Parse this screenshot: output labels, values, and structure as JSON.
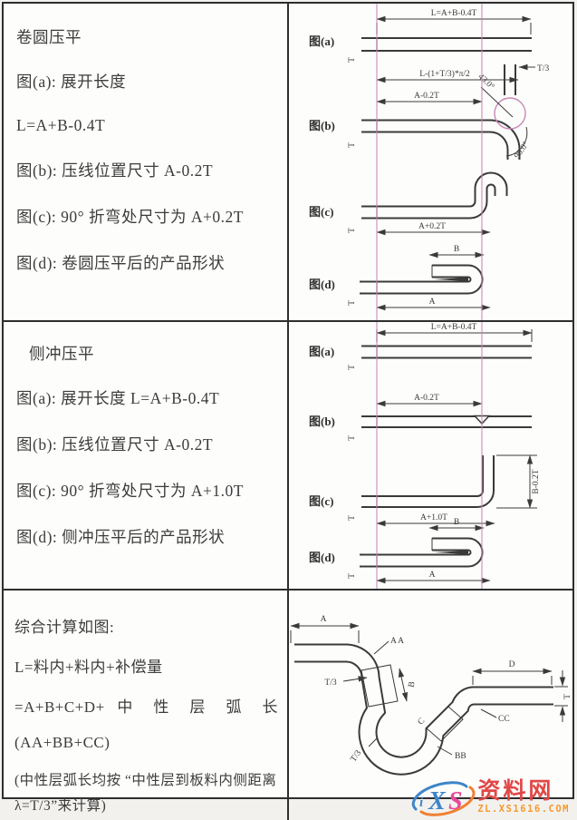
{
  "colors": {
    "ink": "#3a3a3a",
    "pink_ref_line": "#c987b8",
    "wm_red": "#e14747",
    "wm_orange": "#f59a30",
    "wm_blue": "#3d85c8",
    "wm_pink": "#e8489b"
  },
  "rows": [
    {
      "title": "卷圆压平",
      "lines": [
        "图(a):  展开长度",
        "L=A+B-0.4T",
        "图(b):  压线位置尺寸  A-0.2T",
        "图(c): 90° 折弯处尺寸为 A+0.2T",
        "图(d):  卷圆压平后的产品形状"
      ]
    },
    {
      "title": "侧冲压平",
      "lines": [
        "图(a):  展开长度 L=A+B-0.4T",
        "图(b):  压线位置尺寸  A-0.2T",
        "图(c): 90° 折弯处尺寸为 A+1.0T",
        "图(d):  侧冲压平后的产品形状"
      ]
    },
    {
      "lines": [
        "综合计算如图:",
        "L=料内+料内+补偿量",
        "=A+B+C+D+ 中 性 层 弧 长",
        "(AA+BB+CC)",
        "(中性层弧长均按 “中性层到板料内侧距离",
        "λ=T/3”来计算)"
      ]
    }
  ],
  "d1": {
    "fa": "图(a)",
    "fb": "图(b)",
    "fc": "图(c)",
    "fd": "图(d)",
    "dim_a": "L=A+B-0.4T",
    "dim_b1": "L-(1+T/3)*π/2",
    "dim_b2": "A-0.2T",
    "t3": "T/3",
    "ang1": "43.0°",
    "ang2": "90.0°",
    "dim_c": "A+0.2T",
    "b": "B",
    "a": "A",
    "t": "T"
  },
  "d2": {
    "fa": "图(a)",
    "fb": "图(b)",
    "fc": "图(c)",
    "fd": "图(d)",
    "dim_a": "L=A+B-0.4T",
    "dim_b": "A-0.2T",
    "dim_c": "A+1.0T",
    "dim_cv": "B-0.2T",
    "b": "B",
    "a": "A",
    "t": "T"
  },
  "d3": {
    "a": "A",
    "aa": "A A",
    "t3a": "T/3",
    "b": "B",
    "t3b": "T/3",
    "c": "C",
    "bb": "BB",
    "cc": "CC",
    "d": "D",
    "t": "T"
  },
  "watermark": {
    "i": "i",
    "x": "X",
    "s": "S",
    "name": "资料网",
    "url": "ZL.XS1616.COM"
  }
}
